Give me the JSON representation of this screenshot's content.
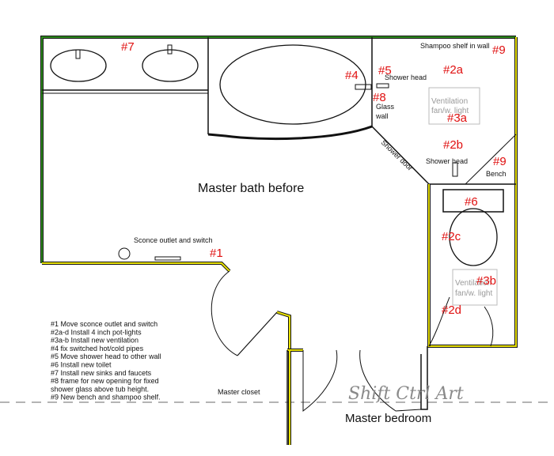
{
  "title": "Master bath before",
  "room_labels": {
    "shampoo_shelf": "Shampoo shelf in wall",
    "shower_head_top": "Shower head",
    "glass_wall_line1": "Glass",
    "glass_wall_line2": "wall",
    "shower_door": "Shower door",
    "shower_head_lower": "Shower head",
    "bench": "Bench",
    "sconce": "Sconce outlet and switch",
    "vent_1_line1": "Ventilation",
    "vent_1_line2": "fan/w. light",
    "vent_2_line1": "Ventilation",
    "vent_2_line2": "fan/w. light",
    "master_closet": "Master closet",
    "master_bedroom": "Master bedroom"
  },
  "markers": {
    "m7": "#7",
    "m4": "#4",
    "m5": "#5",
    "m8": "#8",
    "m2a": "#2a",
    "m3a": "#3a",
    "m9_top": "#9",
    "m2b": "#2b",
    "m9_bench": "#9",
    "m6": "#6",
    "m2c": "#2c",
    "m1": "#1",
    "m3b": "#3b",
    "m2d": "#2d"
  },
  "legend": [
    "#1 Move sconce outlet and switch",
    "#2a-d Install 4 inch pot-lights",
    "#3a-b Install new ventilation",
    "#4 fix switched hot/cold pipes",
    "#5 Move shower head to other wall",
    "#6 Install new toilet",
    "#7 Install new sinks and faucets",
    "#8 frame for new opening for fixed",
    "shower glass above tub height.",
    "#9 New bench and shampoo shelf."
  ],
  "watermark": "Shift Ctrl Art",
  "colors": {
    "wall": "#111111",
    "green_wall": "#2e8b1e",
    "yellow_wall": "#e8e000",
    "marker": "#e01010",
    "dashed_line": "#888888"
  }
}
